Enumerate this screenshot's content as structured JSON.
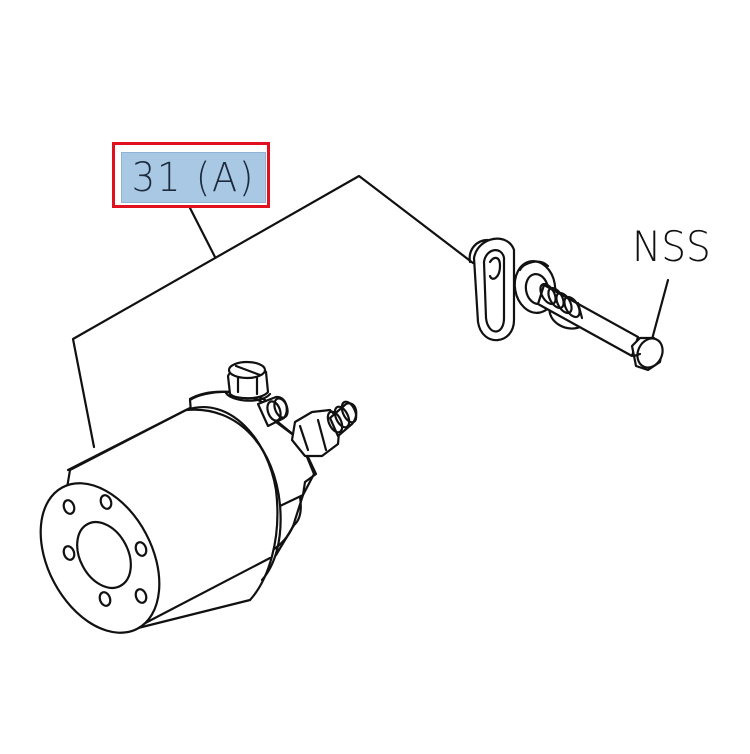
{
  "diagram": {
    "type": "exploded parts diagram",
    "callout": {
      "label": "31 (A)",
      "highlighted": true,
      "highlight_color": "#a9c8e4",
      "border_color": "#e0101e"
    },
    "labels": [
      {
        "id": "nss",
        "text": "NSS"
      }
    ],
    "parts": [
      {
        "name": "solenoid-body",
        "ref": "31 (A)"
      },
      {
        "name": "terminal-screw",
        "ref": "31 (A)"
      },
      {
        "name": "terminal-stud",
        "ref": "31 (A)"
      },
      {
        "name": "spring-washer-set",
        "ref": "31 (A)"
      },
      {
        "name": "mounting-bolt",
        "ref": "NSS"
      }
    ],
    "colors": {
      "line": "#111111",
      "background": "#ffffff"
    }
  }
}
